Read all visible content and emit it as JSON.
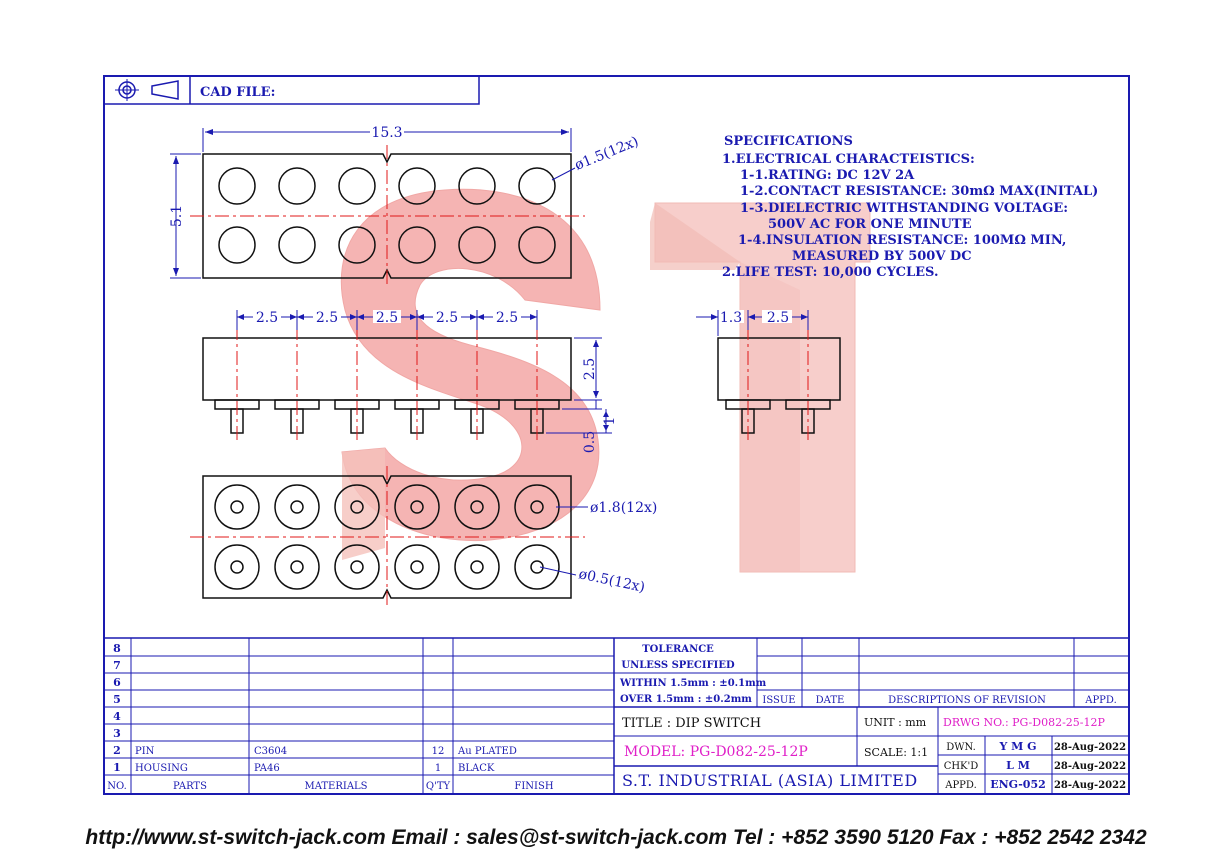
{
  "header": {
    "cad_label": "CAD FILE:"
  },
  "dimensions": {
    "width": "15.3",
    "height": "5.1",
    "hole_top": "ø1.5(12x)",
    "pitch": "2.5",
    "side_offset": "1.3",
    "side_pitch": "2.5",
    "body_height": "2.5",
    "pin_len": "1",
    "pin_gap": "0.5",
    "hole_outer": "ø1.8(12x)",
    "hole_inner": "ø0.5(12x)"
  },
  "specifications": {
    "title": "SPECIFICATIONS",
    "lines": [
      "1.ELECTRICAL  CHARACTEISTICS:",
      "1-1.RATING:  DC  12V  2A",
      "1-2.CONTACT  RESISTANCE:  30mΩ MAX(INITAL)",
      "1-3.DIELECTRIC  WITHSTANDING  VOLTAGE:",
      "500V  AC  FOR  ONE  MINUTE",
      "1-4.INSULATION  RESISTANCE:  100MΩ MIN,",
      "MEASURED  BY  500V  DC",
      "2.LIFE  TEST:  10,000  CYCLES."
    ]
  },
  "bom": {
    "rows": [
      "8",
      "7",
      "6",
      "5",
      "4",
      "3"
    ],
    "items": [
      {
        "no": "2",
        "part": "PIN",
        "material": "C3604",
        "qty": "12",
        "finish": "Au PLATED"
      },
      {
        "no": "1",
        "part": "HOUSING",
        "material": "PA46",
        "qty": "1",
        "finish": "BLACK"
      }
    ],
    "headers": {
      "no": "NO.",
      "parts": "PARTS",
      "materials": "MATERIALS",
      "qty": "Q'TY",
      "finish": "FINISH"
    }
  },
  "tolerance": {
    "title": "TOLERANCE",
    "subtitle": "UNLESS  SPECIFIED",
    "within": "WITHIN  1.5mm : ±0.1mm",
    "over": "OVER    1.5mm : ±0.2mm"
  },
  "revision": {
    "issue": "ISSUE",
    "date": "DATE",
    "desc": "DESCRIPTIONS  OF  REVISION",
    "appd": "APPD."
  },
  "title_block": {
    "title": "TITLE  :  DIP  SWITCH",
    "unit": "UNIT :   mm",
    "drwg": "DRWG NO.: PG-D082-25-12P",
    "model": "MODEL: PG-D082-25-12P",
    "scale": "SCALE:   1:1",
    "company": "S.T.  INDUSTRIAL  (ASIA)  LIMITED",
    "dwn_label": "DWN.",
    "dwn": "Y M G",
    "dwn_date": "28-Aug-2022",
    "chk_label": "CHK'D",
    "chk": "L M",
    "chk_date": "28-Aug-2022",
    "appd_label": "APPD.",
    "appd": "ENG-052",
    "appd_date": "28-Aug-2022"
  },
  "watermark": {
    "text": "ST",
    "color": "#f2a6a6"
  },
  "colors": {
    "line": "#1a1ab0",
    "center": "#e01818",
    "accent": "#e020c8",
    "ink": "#111111"
  },
  "footer": "http://www.st-switch-jack.com  Email : sales@st-switch-jack.com  Tel : +852 3590 5120  Fax : +852 2542 2342"
}
